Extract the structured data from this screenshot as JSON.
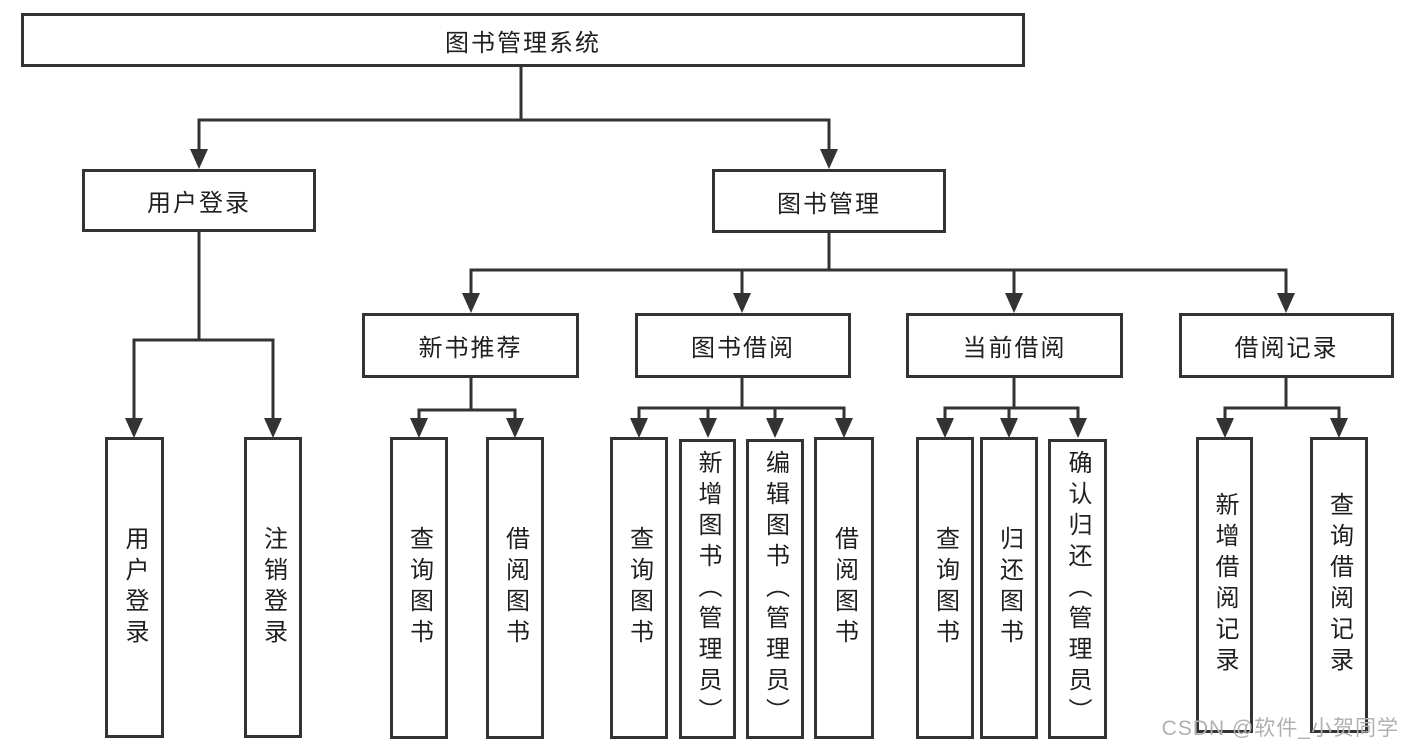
{
  "diagram": {
    "root": {
      "label": "图书管理系统"
    },
    "branches": [
      {
        "label": "用户登录",
        "children": [
          {
            "label": "用户登录"
          },
          {
            "label": "注销登录"
          }
        ]
      },
      {
        "label": "图书管理",
        "children": [
          {
            "label": "新书推荐",
            "children": [
              {
                "label": "查询图书"
              },
              {
                "label": "借阅图书"
              }
            ]
          },
          {
            "label": "图书借阅",
            "children": [
              {
                "label": "查询图书"
              },
              {
                "label": "新增图书（管理员）"
              },
              {
                "label": "编辑图书（管理员）"
              },
              {
                "label": "借阅图书"
              }
            ]
          },
          {
            "label": "当前借阅",
            "children": [
              {
                "label": "查询图书"
              },
              {
                "label": "归还图书"
              },
              {
                "label": "确认归还（管理员）"
              }
            ]
          },
          {
            "label": "借阅记录",
            "children": [
              {
                "label": "新增借阅记录"
              },
              {
                "label": "查询借阅记录"
              }
            ]
          }
        ]
      }
    ]
  },
  "watermark": {
    "text": "CSDN @软件_小贺同学"
  },
  "colors": {
    "line": "#333333",
    "text": "#1f1f1f",
    "box_background": "#ffffff",
    "page_background": "#ffffff",
    "watermark": "#b0b0b0"
  }
}
